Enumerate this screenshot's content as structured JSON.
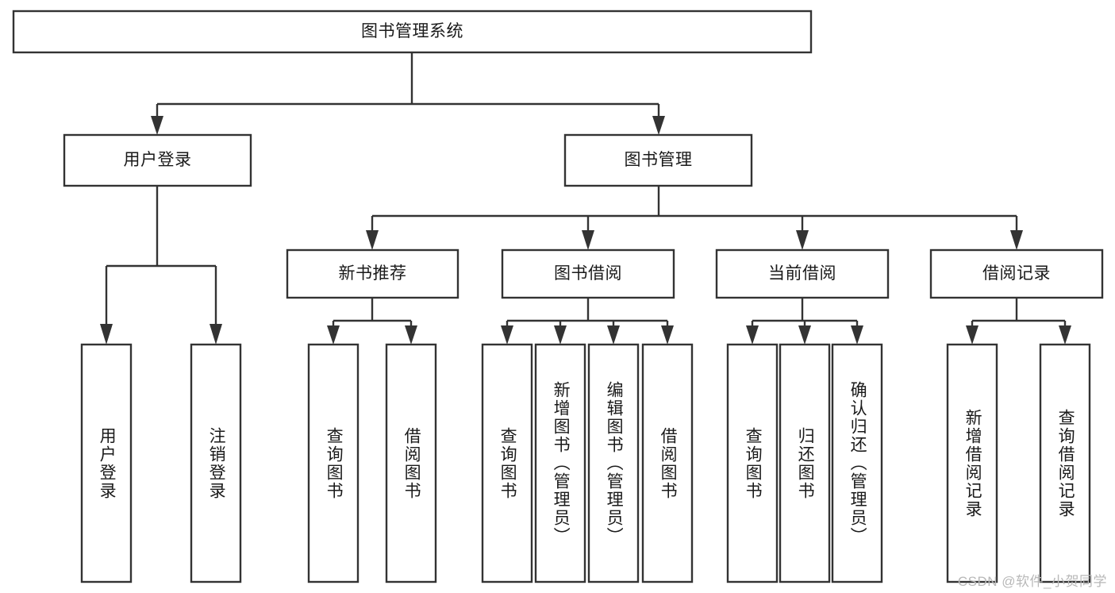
{
  "diagram": {
    "type": "tree-hierarchy",
    "title": "图书管理系统",
    "watermark": "CSDN @软件_小贺同学",
    "colors": {
      "box_stroke": "#333333",
      "box_fill": "#ffffff",
      "text": "#1a1a1a",
      "background": "#ffffff",
      "watermark": "#b8b8b8"
    },
    "nodes": {
      "root": {
        "label": "图书管理系统",
        "orientation": "horizontal"
      },
      "level2": [
        {
          "id": "user-login",
          "label": "用户登录",
          "orientation": "horizontal"
        },
        {
          "id": "book-manage",
          "label": "图书管理",
          "orientation": "horizontal"
        }
      ],
      "level3": [
        {
          "id": "new-book-recommend",
          "label": "新书推荐",
          "orientation": "horizontal"
        },
        {
          "id": "book-borrow",
          "label": "图书借阅",
          "orientation": "horizontal"
        },
        {
          "id": "current-borrow",
          "label": "当前借阅",
          "orientation": "horizontal"
        },
        {
          "id": "borrow-record",
          "label": "借阅记录",
          "orientation": "horizontal"
        }
      ],
      "leaves": [
        {
          "id": "leaf-user-login",
          "label": "用户登录",
          "parent": "user-login",
          "orientation": "vertical"
        },
        {
          "id": "leaf-logout-login",
          "label": "注销登录",
          "parent": "user-login",
          "orientation": "vertical"
        },
        {
          "id": "leaf-query-book-1",
          "label": "查询图书",
          "parent": "new-book-recommend",
          "orientation": "vertical"
        },
        {
          "id": "leaf-borrow-book-1",
          "label": "借阅图书",
          "parent": "new-book-recommend",
          "orientation": "vertical"
        },
        {
          "id": "leaf-query-book-2",
          "label": "查询图书",
          "parent": "book-borrow",
          "orientation": "vertical"
        },
        {
          "id": "leaf-add-book",
          "label": "新增图书（管理员）",
          "parent": "book-borrow",
          "orientation": "vertical"
        },
        {
          "id": "leaf-edit-book",
          "label": "编辑图书（管理员）",
          "parent": "book-borrow",
          "orientation": "vertical"
        },
        {
          "id": "leaf-borrow-book-2",
          "label": "借阅图书",
          "parent": "book-borrow",
          "orientation": "vertical"
        },
        {
          "id": "leaf-query-book-3",
          "label": "查询图书",
          "parent": "current-borrow",
          "orientation": "vertical"
        },
        {
          "id": "leaf-return-book",
          "label": "归还图书",
          "parent": "current-borrow",
          "orientation": "vertical"
        },
        {
          "id": "leaf-confirm-return",
          "label": "确认归还（管理员）",
          "parent": "current-borrow",
          "orientation": "vertical"
        },
        {
          "id": "leaf-add-record",
          "label": "新增借阅记录",
          "parent": "borrow-record",
          "orientation": "vertical"
        },
        {
          "id": "leaf-query-record",
          "label": "查询借阅记录",
          "parent": "borrow-record",
          "orientation": "vertical"
        }
      ]
    }
  }
}
